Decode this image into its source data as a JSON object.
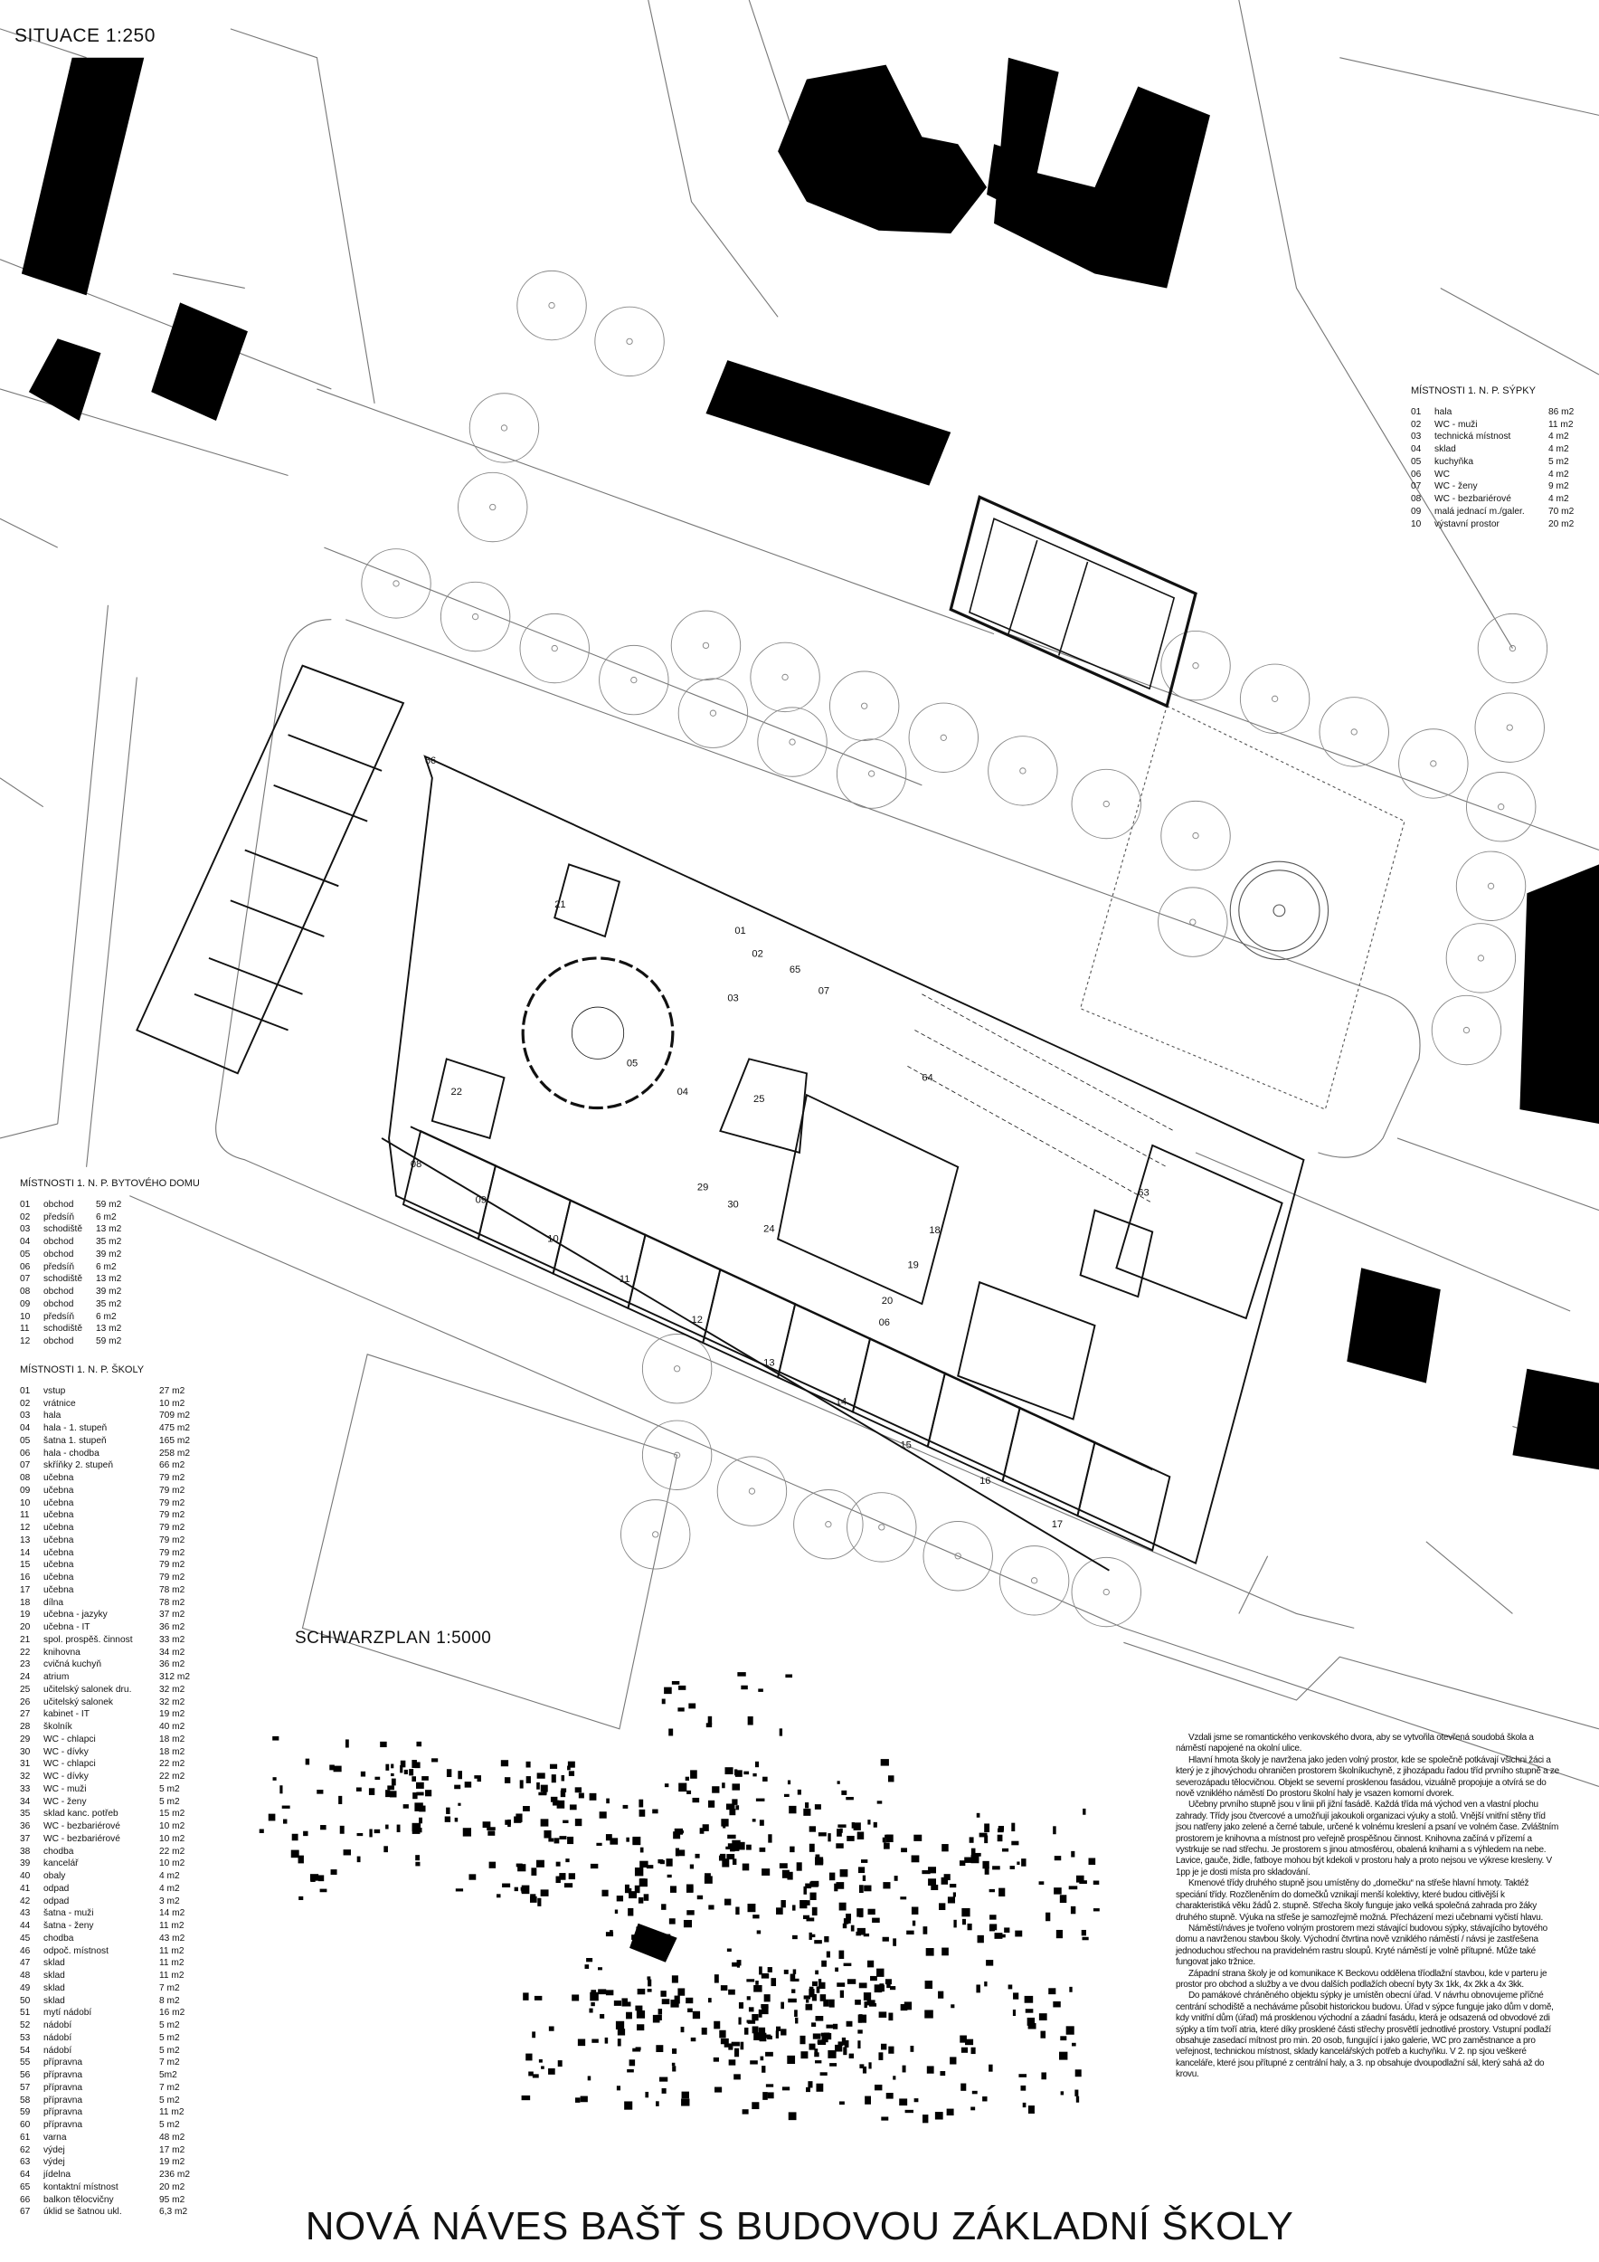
{
  "situace_label": "SITUACE 1:250",
  "schwarzplan_label": "SCHWARZPLAN 1:5000",
  "title": "NOVÁ NÁVES BAŠŤ S BUDOVOU ZÁKLADNÍ ŠKOLY",
  "sypky": {
    "heading": "MÍSTNOSTI 1. N. P. SÝPKY",
    "rooms": [
      {
        "n": "01",
        "name": "hala",
        "area": "86 m2"
      },
      {
        "n": "02",
        "name": "WC - muži",
        "area": "11 m2"
      },
      {
        "n": "03",
        "name": "technická místnost",
        "area": "4 m2"
      },
      {
        "n": "04",
        "name": "sklad",
        "area": "4 m2"
      },
      {
        "n": "05",
        "name": "kuchyňka",
        "area": "5 m2"
      },
      {
        "n": "06",
        "name": "WC",
        "area": "4 m2"
      },
      {
        "n": "07",
        "name": "WC - ženy",
        "area": "9 m2"
      },
      {
        "n": "08",
        "name": "WC - bezbariérové",
        "area": "4 m2"
      },
      {
        "n": "09",
        "name": "malá jednací m./galer.",
        "area": "70 m2"
      },
      {
        "n": "10",
        "name": "výstavní prostor",
        "area": "20 m2"
      }
    ]
  },
  "bytovy_dum": {
    "heading": "MÍSTNOSTI 1. N. P. BYTOVÉHO DOMU",
    "rooms": [
      {
        "n": "01",
        "name": "obchod",
        "area": "59 m2"
      },
      {
        "n": "02",
        "name": "předsíň",
        "area": "6 m2"
      },
      {
        "n": "03",
        "name": "schodiště",
        "area": "13 m2"
      },
      {
        "n": "04",
        "name": "obchod",
        "area": "35 m2"
      },
      {
        "n": "05",
        "name": "obchod",
        "area": "39 m2"
      },
      {
        "n": "06",
        "name": "předsíň",
        "area": "6 m2"
      },
      {
        "n": "07",
        "name": "schodiště",
        "area": "13 m2"
      },
      {
        "n": "08",
        "name": "obchod",
        "area": "39 m2"
      },
      {
        "n": "09",
        "name": "obchod",
        "area": "35 m2"
      },
      {
        "n": "10",
        "name": "předsíň",
        "area": "6 m2"
      },
      {
        "n": "11",
        "name": "schodiště",
        "area": "13 m2"
      },
      {
        "n": "12",
        "name": "obchod",
        "area": "59 m2"
      }
    ]
  },
  "skola": {
    "heading": "MÍSTNOSTI 1. N. P. ŠKOLY",
    "rooms": [
      {
        "n": "01",
        "name": "vstup",
        "area": "27 m2"
      },
      {
        "n": "02",
        "name": "vrátnice",
        "area": "10 m2"
      },
      {
        "n": "03",
        "name": "hala",
        "area": "709 m2"
      },
      {
        "n": "04",
        "name": "hala - 1. stupeň",
        "area": "475 m2"
      },
      {
        "n": "05",
        "name": "šatna 1. stupeň",
        "area": "165 m2"
      },
      {
        "n": "06",
        "name": "hala - chodba",
        "area": "258 m2"
      },
      {
        "n": "07",
        "name": "skříňky 2. stupeň",
        "area": "66 m2"
      },
      {
        "n": "08",
        "name": "učebna",
        "area": "79 m2"
      },
      {
        "n": "09",
        "name": "učebna",
        "area": "79 m2"
      },
      {
        "n": "10",
        "name": "učebna",
        "area": "79 m2"
      },
      {
        "n": "11",
        "name": "učebna",
        "area": "79 m2"
      },
      {
        "n": "12",
        "name": "učebna",
        "area": "79 m2"
      },
      {
        "n": "13",
        "name": "učebna",
        "area": "79 m2"
      },
      {
        "n": "14",
        "name": "učebna",
        "area": "79 m2"
      },
      {
        "n": "15",
        "name": "učebna",
        "area": "79 m2"
      },
      {
        "n": "16",
        "name": "učebna",
        "area": "79 m2"
      },
      {
        "n": "17",
        "name": "učebna",
        "area": "78 m2"
      },
      {
        "n": "18",
        "name": "dílna",
        "area": "78 m2"
      },
      {
        "n": "19",
        "name": "učebna - jazyky",
        "area": "37 m2"
      },
      {
        "n": "20",
        "name": "učebna - IT",
        "area": "36 m2"
      },
      {
        "n": "21",
        "name": "spol. prospěš. činnost",
        "area": "33 m2"
      },
      {
        "n": "22",
        "name": "knihovna",
        "area": "34 m2"
      },
      {
        "n": "23",
        "name": "cvičná kuchyň",
        "area": "36 m2"
      },
      {
        "n": "24",
        "name": "atrium",
        "area": "312 m2"
      },
      {
        "n": "25",
        "name": "učitelský salonek dru.",
        "area": "32 m2"
      },
      {
        "n": "26",
        "name": "učitelský salonek",
        "area": "32 m2"
      },
      {
        "n": "27",
        "name": "kabinet - IT",
        "area": "19 m2"
      },
      {
        "n": "28",
        "name": "školník",
        "area": "40 m2"
      },
      {
        "n": "29",
        "name": "WC - chlapci",
        "area": "18 m2"
      },
      {
        "n": "30",
        "name": "WC - dívky",
        "area": "18 m2"
      },
      {
        "n": "31",
        "name": "WC - chlapci",
        "area": "22 m2"
      },
      {
        "n": "32",
        "name": "WC - dívky",
        "area": "22 m2"
      },
      {
        "n": "33",
        "name": "WC - muži",
        "area": "5 m2"
      },
      {
        "n": "34",
        "name": "WC - ženy",
        "area": "5 m2"
      },
      {
        "n": "35",
        "name": "sklad kanc. potřeb",
        "area": "15 m2"
      },
      {
        "n": "36",
        "name": "WC - bezbariérové",
        "area": "10 m2"
      },
      {
        "n": "37",
        "name": "WC - bezbariérové",
        "area": "10 m2"
      },
      {
        "n": "38",
        "name": "chodba",
        "area": "22 m2"
      },
      {
        "n": "39",
        "name": "kancelář",
        "area": "10 m2"
      },
      {
        "n": "40",
        "name": "obaly",
        "area": "4 m2"
      },
      {
        "n": "41",
        "name": "odpad",
        "area": "4 m2"
      },
      {
        "n": "42",
        "name": "odpad",
        "area": "3 m2"
      },
      {
        "n": "43",
        "name": "šatna - muži",
        "area": "14 m2"
      },
      {
        "n": "44",
        "name": "šatna - ženy",
        "area": "11 m2"
      },
      {
        "n": "45",
        "name": "chodba",
        "area": "43 m2"
      },
      {
        "n": "46",
        "name": "odpoč. místnost",
        "area": "11 m2"
      },
      {
        "n": "47",
        "name": "sklad",
        "area": "11 m2"
      },
      {
        "n": "48",
        "name": "sklad",
        "area": "11 m2"
      },
      {
        "n": "49",
        "name": "sklad",
        "area": "7 m2"
      },
      {
        "n": "50",
        "name": "sklad",
        "area": "8 m2"
      },
      {
        "n": "51",
        "name": "mytí nádobí",
        "area": "16 m2"
      },
      {
        "n": "52",
        "name": "nádobí",
        "area": "5 m2"
      },
      {
        "n": "53",
        "name": "nádobí",
        "area": "5 m2"
      },
      {
        "n": "54",
        "name": "nádobí",
        "area": "5 m2"
      },
      {
        "n": "55",
        "name": "přípravna",
        "area": "7 m2"
      },
      {
        "n": "56",
        "name": "přípravna",
        "area": "5m2"
      },
      {
        "n": "57",
        "name": "přípravna",
        "area": "7 m2"
      },
      {
        "n": "58",
        "name": "přípravna",
        "area": "5 m2"
      },
      {
        "n": "59",
        "name": "přípravna",
        "area": "11 m2"
      },
      {
        "n": "60",
        "name": "přípravna",
        "area": "5 m2"
      },
      {
        "n": "61",
        "name": "varna",
        "area": "48 m2"
      },
      {
        "n": "62",
        "name": "výdej",
        "area": "17 m2"
      },
      {
        "n": "63",
        "name": "výdej",
        "area": "19 m2"
      },
      {
        "n": "64",
        "name": "jídelna",
        "area": "236 m2"
      },
      {
        "n": "65",
        "name": "kontaktní místnost",
        "area": "20 m2"
      },
      {
        "n": "66",
        "name": "balkon tělocvičny",
        "area": "95 m2"
      },
      {
        "n": "67",
        "name": "úklid se šatnou ukl.",
        "area": "6,3 m2"
      }
    ]
  },
  "description": [
    "Vzdali jsme se romantického venkovského dvora, aby se vytvořila otevřená soudobá škola a náměstí napojené na okolní ulice.",
    "Hlavní hmota školy je navržena jako jeden volný prostor, kde se společně potkávají všichni žáci a který je z  jihovýchodu ohraničen prostorem školníkuchyně, z  jihozápadu řadou tříd prvního stupně a ze severozápadu tělocvičnou. Objekt se severní prosklenou fasádou, vizuálně propojuje a otvírá se do nově vzniklého náměstí Do prostoru školní haly je vsazen komorní dvorek.",
    "Učebny prvního stupně jsou v linii při jižní fasádě. Každá třída má východ ven a vlastní plochu zahrady. Třídy jsou čtvercové a umožňují jakoukoli organizaci výuky a stolů. Vnější vnitřní stěny tříd jsou natřeny jako zelené a černé tabule, určené k volnému kreslení a psaní ve volném čase. Zvláštním prostorem je knihovna a místnost pro veřejně prospěšnou činnost. Knihovna začíná v přízemí a vystrkuje se nad střechu. Je prostorem s jinou atmosférou, obalená knihami a s výhledem na nebe. Lavice, gauče, židle, fatboye mohou být kdekoli v prostoru haly a proto nejsou ve výkrese kresleny. V 1pp je je dosti místa pro skladování.",
    "Kmenové třídy druhého stupně jsou umístěny do „domečku“ na střeše hlavní hmoty. Taktéž speciání  třídy. Rozčleněním do domečků vznikají menší kolektivy, které budou citlivější k charakteristiká věku žádů 2. stupně. Střecha školy funguje jako velká společná zahrada pro žáky druhého stupně. Výuka na střeše je samozřejmě možná. Přecházení mezi učebnami vyčistí hlavu.",
    "Náměstí/náves je tvořeno volným prostorem mezi stávající budovou sýpky, stávajícího bytového domu a navrženou stavbou školy. Východní čtvrtina nově vzniklého náměstí / návsi je zastřešena jednoduchou střechou na pravidelném rastru sloupů. Kryté náměstí je volně přítupné. Může také fungovat jako tržnice.",
    "Západní strana školy je od komunikace K  Beckovu oddělena tříodlažní stavbou, kde v  parteru je prostor pro obchod a služby a ve dvou dalších podlažích obecní byty 3x 1kk, 4x 2kk a 4x 3kk.",
    "Do pamákové chráněného objektu sýpky je umístěn obecní úřad. V  návrhu obnovujeme příčné centrání schodiště a necháváme působit historickou budovu. Úřad v sýpce funguje jako dům v  domě, kdy vnitřní dům (úřad) má  prosklenou východní a záadní fasádu, která je odsazená od obvodové zdi sýpky a tím tvoří atria, které díky prosklené části střechy prosvětlí jednotlivé prostory. Vstupní podlaží obsahuje zasedací mítnost pro min. 20 osob, fungující i jako galerie, WC pro zaměstnance a pro veřejnost, technickou místnost, sklady kancelářských potřeb a kuchyňku. V 2. np sjou veškeré kanceláře, které jsou přítupné z centrální haly, a 3. np obsahuje dvoupodlažní sál, který sahá až do krovu."
  ],
  "plan_labels": [
    "01",
    "02",
    "03",
    "04",
    "05",
    "06",
    "07",
    "08",
    "09",
    "10",
    "11",
    "12",
    "13",
    "14",
    "15",
    "16",
    "17",
    "18",
    "19",
    "20",
    "21",
    "22",
    "24",
    "25",
    "29",
    "30",
    "63",
    "64",
    "65",
    "66"
  ],
  "colors": {
    "ink": "#111111",
    "line": "#555555",
    "paper": "#ffffff"
  }
}
